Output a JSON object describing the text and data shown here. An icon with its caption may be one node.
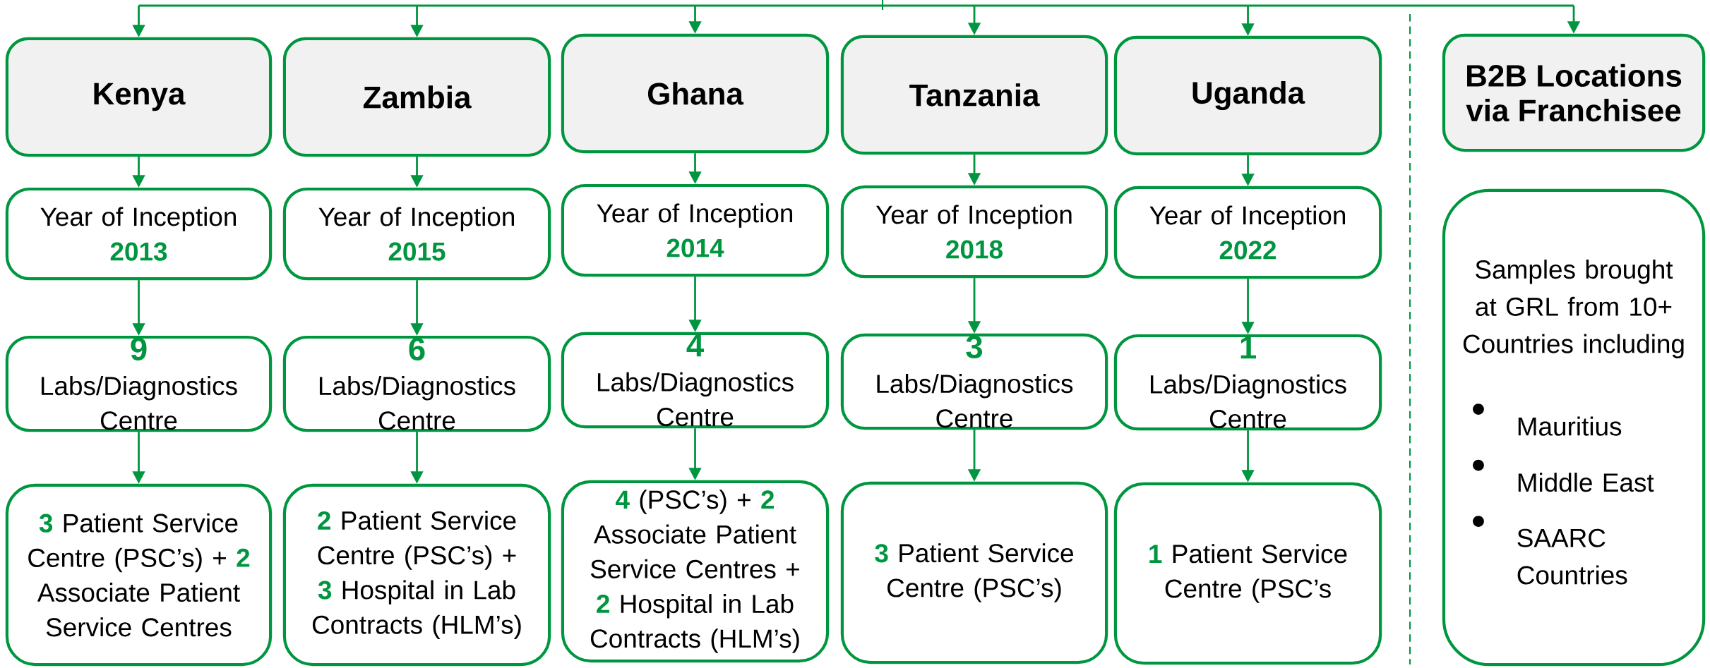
{
  "diagram": {
    "nodes": [
      {
        "text": [
          "Kenya"
        ]
      },
      {
        "text": [
          "Year of Inception",
          "2013"
        ]
      },
      {
        "text": [
          "9",
          "Labs/Diagnostics Centre"
        ]
      },
      {
        "text": [
          "**3** Patient Service Centre (PSC’s) + **2** Associate Patient Service Centres"
        ]
      },
      {
        "text": [
          "Zambia"
        ]
      },
      {
        "text": [
          "Year of Inception",
          "2015"
        ]
      },
      {
        "text": [
          "6",
          "Labs/Diagnostics Centre"
        ]
      },
      {
        "text": [
          "**2** Patient Service Centre (PSC’s) + **3** Hospital in Lab Contracts (HLM’s)"
        ]
      },
      {
        "text": [
          "Ghana"
        ]
      },
      {
        "text": [
          "Year of Inception",
          "2014"
        ]
      },
      {
        "text": [
          "4",
          "Labs/Diagnostics Centre"
        ]
      },
      {
        "text": [
          "**4** (PSC’s) + **2** Associate Patient Service Centres + **2** Hospital in Lab Contracts (HLM’s)"
        ]
      },
      {
        "text": [
          "Tanzania"
        ]
      },
      {
        "text": [
          "Year of Inception",
          "2018"
        ]
      },
      {
        "text": [
          "3",
          "Labs/Diagnostics Centre"
        ]
      },
      {
        "text": [
          "**3** Patient Service Centre (PSC’s)"
        ]
      },
      {
        "text": [
          "Uganda"
        ]
      },
      {
        "text": [
          "Year of Inception",
          "2022"
        ]
      },
      {
        "text": [
          "1",
          "Labs/Diagnostics Centre"
        ]
      },
      {
        "text": [
          "**1** Patient Service Centre (PSC’s"
        ]
      },
      {
        "text": [
          "B2B Locations via Franchisee"
        ]
      },
      {
        "text": [
          "Samples brought at GRL from 10+ Countries including",
          "Mauritius",
          "Middle East",
          "SAARC Countries"
        ]
      }
    ],
    "edges": [
      {
        "from": null,
        "to": 0,
        "arrow": "to"
      },
      {
        "from": null,
        "to": 4,
        "arrow": "to"
      },
      {
        "from": null,
        "to": 8,
        "arrow": "to"
      },
      {
        "from": null,
        "to": 12,
        "arrow": "to"
      },
      {
        "from": null,
        "to": 16,
        "arrow": "to"
      },
      {
        "from": null,
        "to": 20,
        "arrow": "to"
      },
      {
        "from": 0,
        "to": 1,
        "arrow": "to"
      },
      {
        "from": 1,
        "to": 2,
        "arrow": "to"
      },
      {
        "from": 2,
        "to": 3,
        "arrow": "to"
      },
      {
        "from": 4,
        "to": 5,
        "arrow": "to"
      },
      {
        "from": 5,
        "to": 6,
        "arrow": "to"
      },
      {
        "from": 6,
        "to": 7,
        "arrow": "to"
      },
      {
        "from": 8,
        "to": 9,
        "arrow": "to"
      },
      {
        "from": 9,
        "to": 10,
        "arrow": "to"
      },
      {
        "from": 10,
        "to": 11,
        "arrow": "to"
      },
      {
        "from": 12,
        "to": 13,
        "arrow": "to"
      },
      {
        "from": 13,
        "to": 14,
        "arrow": "to"
      },
      {
        "from": 14,
        "to": 15,
        "arrow": "to"
      },
      {
        "from": 16,
        "to": 17,
        "arrow": "to"
      },
      {
        "from": 17,
        "to": 18,
        "arrow": "to"
      },
      {
        "from": 18,
        "to": 19,
        "arrow": "to"
      }
    ]
  }
}
